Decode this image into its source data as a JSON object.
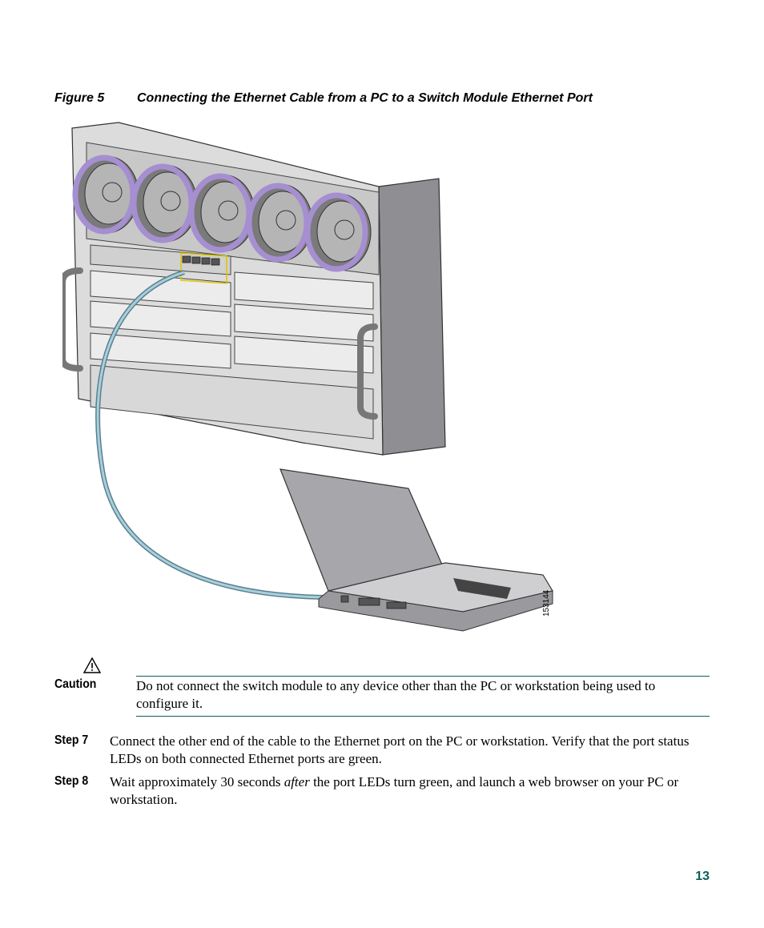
{
  "figure": {
    "number": "Figure 5",
    "title": "Connecting the Ethernet Cable from a PC to a Switch Module Ethernet Port",
    "art_id": "153144"
  },
  "caution": {
    "label": "Caution",
    "text": "Do not connect the switch module to any device other than the PC or workstation being used to configure it."
  },
  "steps": [
    {
      "label": "Step 7",
      "text": "Connect the other end of the cable to the Ethernet port on the PC or workstation. Verify that the port status LEDs on both connected Ethernet ports are green."
    },
    {
      "label": "Step 8",
      "text_before": "Wait approximately 30 seconds ",
      "text_emph": "after",
      "text_after": " the port LEDs turn green, and launch a web browser on your PC or workstation."
    }
  ],
  "page_number": "13",
  "colors": {
    "accent": "#0d5e5b",
    "fan_ring": "#a58fd0",
    "cable": "#8fb8c8"
  }
}
